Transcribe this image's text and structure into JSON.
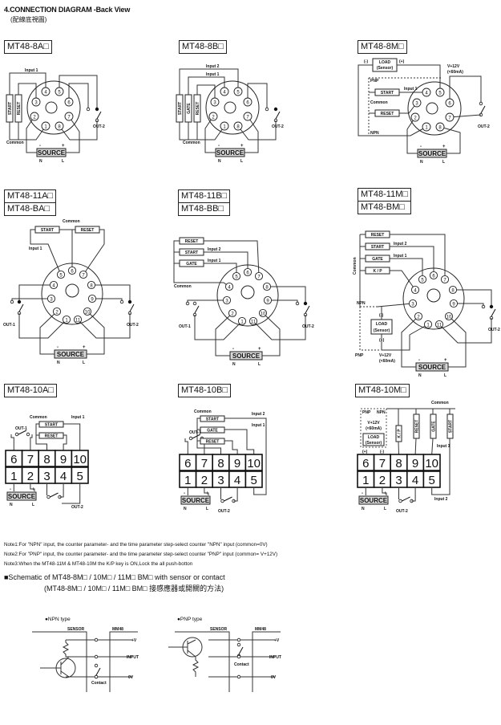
{
  "header": {
    "title": "4.CONNECTION DIAGRAM -Back View",
    "subtitle": "(配線底視圖)"
  },
  "panels": {
    "p8a": {
      "titles": [
        "MT48-8A□"
      ]
    },
    "p8b": {
      "titles": [
        "MT48-8B□"
      ]
    },
    "p8m": {
      "titles": [
        "MT48-8M□"
      ]
    },
    "p11a": {
      "titles": [
        "MT48-11A□",
        "MT48-BA□"
      ]
    },
    "p11b": {
      "titles": [
        "MT48-11B□",
        "MT48-BB□"
      ]
    },
    "p11m": {
      "titles": [
        "MT48-11M□",
        "MT48-BM□"
      ]
    },
    "p10a": {
      "titles": [
        "MT48-10A□"
      ]
    },
    "p10b": {
      "titles": [
        "MT48-10B□"
      ]
    },
    "p10m": {
      "titles": [
        "MT48-10M□"
      ]
    }
  },
  "pin_numbers": [
    "1",
    "2",
    "3",
    "4",
    "5",
    "6",
    "7",
    "8",
    "9",
    "10",
    "11"
  ],
  "labels": {
    "input1": "Input 1",
    "input2": "Input 2",
    "common": "Common",
    "start": "START",
    "reset": "RESET",
    "gate": "GATE",
    "kp": "K / P",
    "load": "LOAD",
    "sensor": "(Sensor)",
    "pnp": "PNP",
    "npn": "NPN",
    "v12": "V+12V",
    "ma": "(<60mA)",
    "minus_paren": "(-)",
    "plus_paren": "(+)",
    "out1": "OUT-1",
    "out2": "OUT-2",
    "source": "SOURCE",
    "minus": "-",
    "plus": "+",
    "n": "N",
    "l": "L"
  },
  "notes": [
    "Note1:For \"NPN\" input, the counter parameter- and the time parameter step-select counter \"NPN\" input (common=0V)",
    "Note2:For \"PNP\" input, the counter parameter- and the time parameter step-select counter \"PNP\" input (common= V+12V)",
    "Note3:When the MT48-11M & MT48-10M the K/P key is ON,Lock the all push-botton"
  ],
  "schematic": {
    "title": "■Schematic of MT48-8M□ / 10M□ / 11M□ BM□ with sensor or contact",
    "subtitle": "(MT48-8M□ / 10M□ / 11M□ BM□ 接感應器或開關的方法)",
    "npn_title": "●NPN type",
    "pnp_title": "●PNP type",
    "sensor": "SENSOR",
    "device": "MM48",
    "v": "+V",
    "input": "INPUT",
    "zero": "0V",
    "contact": "Contact"
  }
}
